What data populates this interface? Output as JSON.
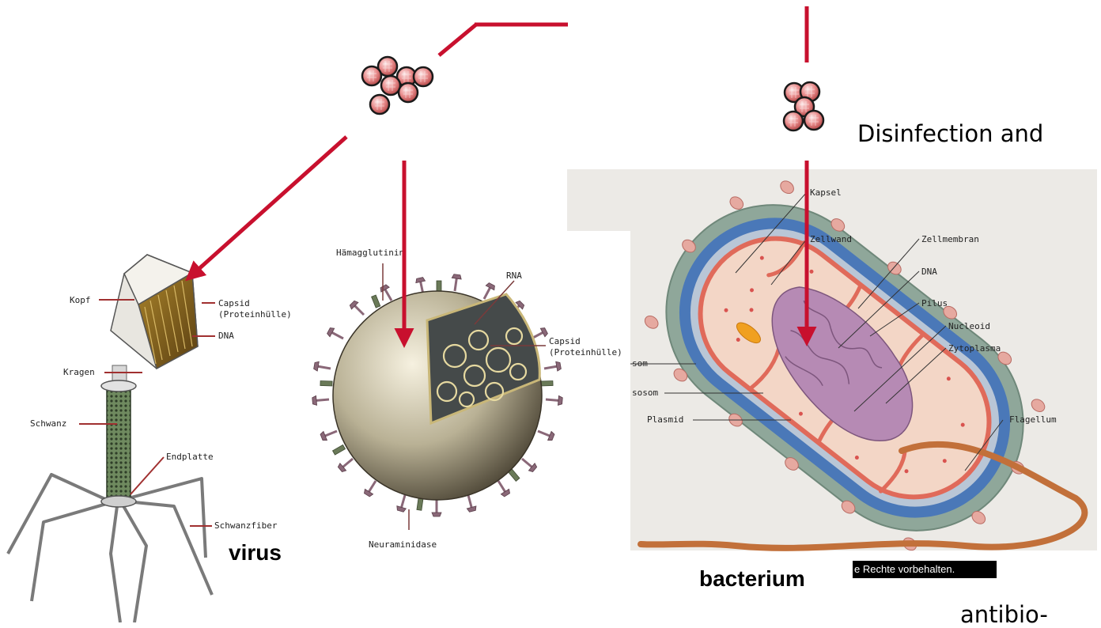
{
  "captions": {
    "disinfection": "Disinfection and",
    "virus": "virus",
    "bacterium": "bacterium",
    "antibiotics": "antibio-",
    "copyright": "e Rechte vorbehalten."
  },
  "phage_labels": {
    "kopf": "Kopf",
    "capsid": "Capsid",
    "capsid_sub": "(Proteinhülle)",
    "dna": "DNA",
    "kragen": "Kragen",
    "schwanz": "Schwanz",
    "endplatte": "Endplatte",
    "schwanzfiber": "Schwanzfiber"
  },
  "influenza_labels": {
    "haemagglutinin": "Hämagglutinin",
    "rna": "RNA",
    "capsid": "Capsid",
    "capsid_sub": "(Proteinhülle)",
    "neuraminidase": "Neuraminidase"
  },
  "bacterium_labels": {
    "kapsel": "Kapsel",
    "zellwand": "Zellwand",
    "zellmembran": "Zellmembran",
    "dna": "DNA",
    "pilus": "Pilus",
    "nucleoid": "Nucleoid",
    "zytoplasma": "Zytoplasma",
    "ribosom": "som",
    "mesosom": "sosom",
    "plasmid": "Plasmid",
    "flagellum": "Flagellum"
  },
  "colors": {
    "arrow": "#c8102e",
    "particle": "#e07070",
    "capsule": "#8fa79a",
    "cell_wall": "#4a78b8",
    "membrane": "#e06a5a",
    "cytoplasm": "#f3d6c6",
    "nucleoid": "#a77aa8",
    "flagellum": "#c2703a",
    "virion": "#8b8068",
    "spike": "#8a6878",
    "phage_head": "#e8e6e0",
    "phage_tail": "#556b4a"
  }
}
